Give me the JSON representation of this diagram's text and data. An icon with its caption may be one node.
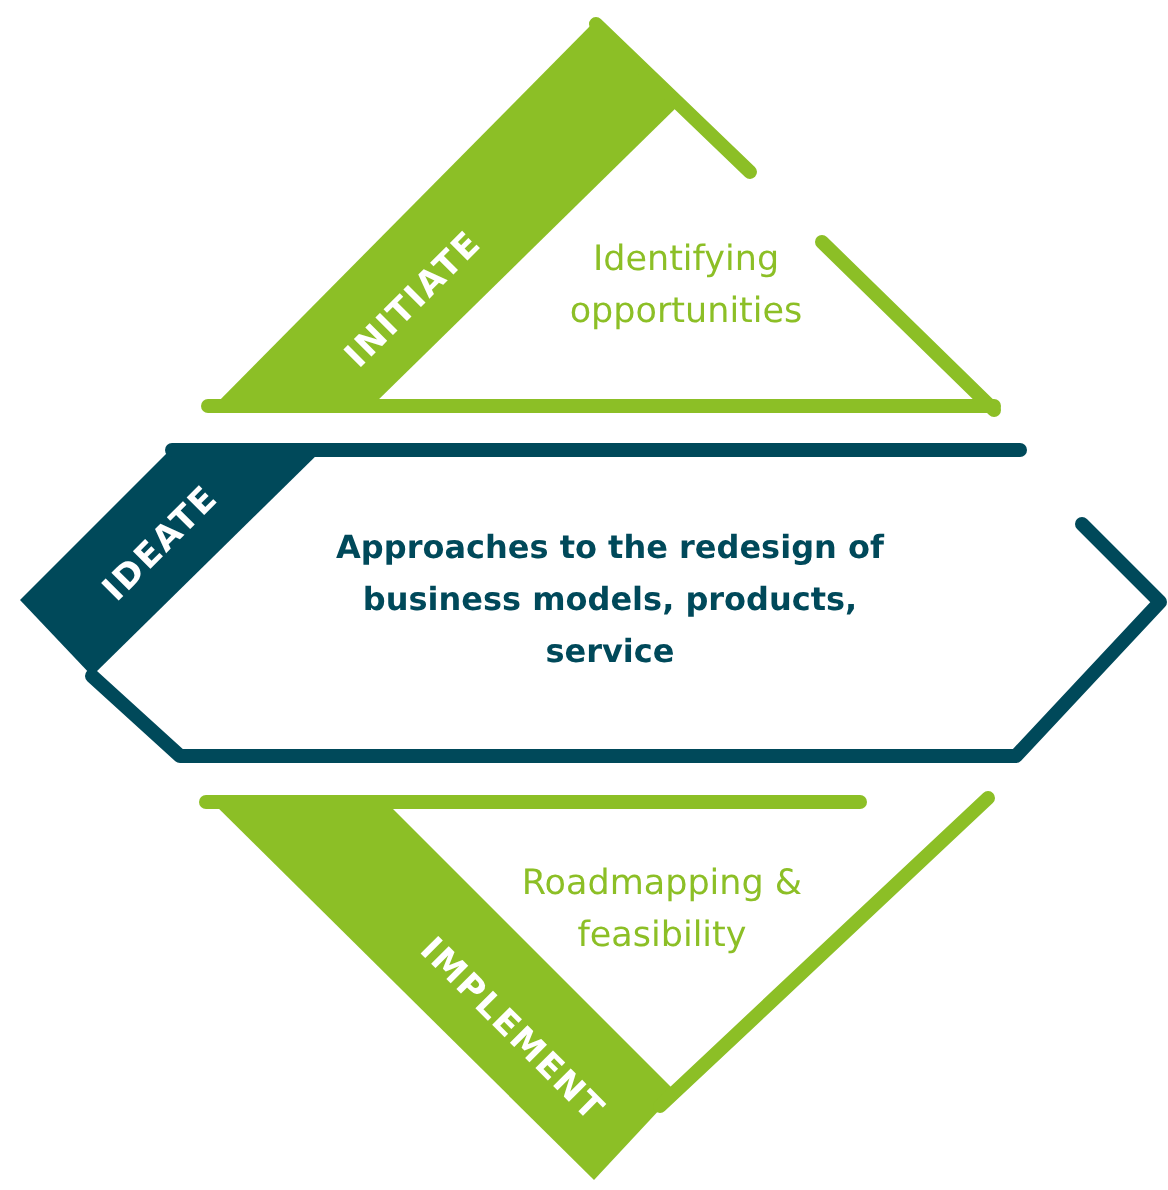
{
  "diagram": {
    "nodes": [
      {
        "text": [
          "INITIATE",
          "Identifying opportunities"
        ]
      },
      {
        "text": [
          "IDEATE",
          "Approaches to the redesign of business models, products, service"
        ]
      },
      {
        "text": [
          "IMPLEMENT",
          "Roadmapping & feasibility"
        ]
      }
    ]
  }
}
